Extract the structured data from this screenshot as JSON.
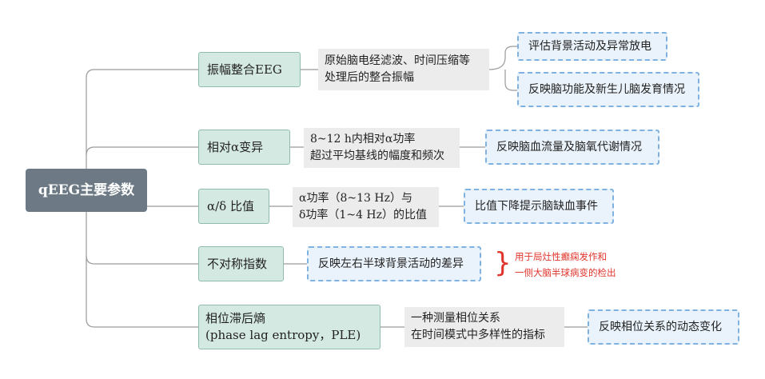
{
  "root": "qEEG主要参数",
  "branches": [
    {
      "label": "振幅整合EEG",
      "detail": [
        "原始脑电经滤波、时间压缩等",
        "处理后的整合振幅"
      ],
      "outcomes": [
        "评估背景活动及异常放电",
        "反映脑功能及新生儿脑发育情况"
      ]
    },
    {
      "label": "相对α变异",
      "detail": [
        "8~12 h内相对α功率",
        "超过平均基线的幅度和频次"
      ],
      "outcomes": [
        "反映脑血流量及脑氧代谢情况"
      ]
    },
    {
      "label": "α/δ 比值",
      "detail": [
        "α功率（8~13 Hz）与",
        "δ功率（1~4 Hz）的比值"
      ],
      "outcomes": [
        "比值下降提示脑缺血事件"
      ]
    },
    {
      "label": "不对称指数",
      "detail": [],
      "outcomes": [
        "反映左右半球背景活动的差异"
      ],
      "note": [
        "用于局灶性癫痫发作和",
        "一侧大脑半球病变的检出"
      ]
    },
    {
      "label": [
        "相位滞后熵",
        "(phase lag entropy，PLE)"
      ],
      "detail": [
        "一种测量相位关系",
        "在时间模式中多样性的指标"
      ],
      "outcomes": [
        "反映相位关系的动态变化"
      ]
    }
  ],
  "colors": {
    "root_fill": "#6d7a85",
    "branch_fill": "#d5e9e3",
    "detail_fill": "#ececec",
    "outcome_border": "#7fb2e0",
    "note_text": "#e0352c",
    "connector": "#9a9a9a"
  }
}
